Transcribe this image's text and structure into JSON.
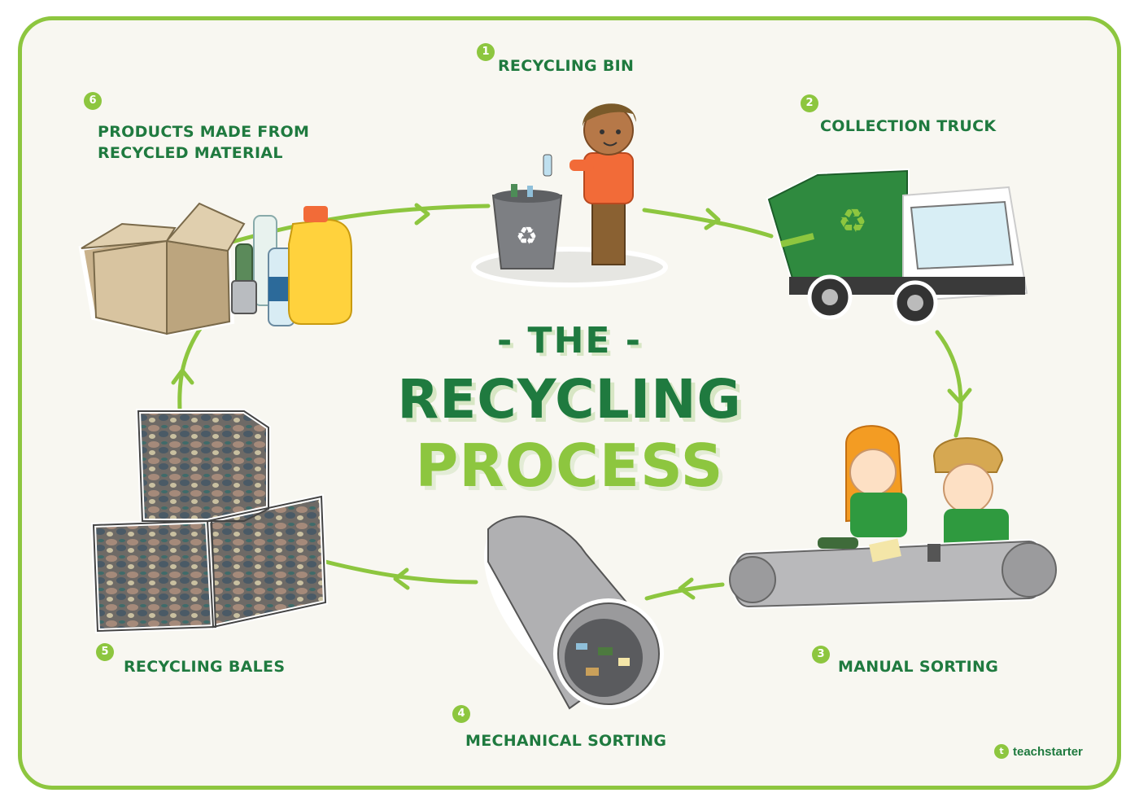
{
  "title": {
    "line1": "- THE -",
    "line2": "RECYCLING",
    "line3": "PROCESS"
  },
  "steps": [
    {
      "number": "1",
      "label": "RECYCLING BIN",
      "icon": "recycling-bin-person-icon"
    },
    {
      "number": "2",
      "label": "COLLECTION TRUCK",
      "icon": "garbage-truck-icon"
    },
    {
      "number": "3",
      "label": "MANUAL SORTING",
      "icon": "conveyor-belt-workers-icon"
    },
    {
      "number": "4",
      "label": "MECHANICAL SORTING",
      "icon": "rotating-drum-icon"
    },
    {
      "number": "5",
      "label": "RECYCLING BALES",
      "icon": "compressed-bales-icon"
    },
    {
      "number": "6",
      "label": "PRODUCTS MADE FROM\nRECYCLED MATERIAL",
      "label_line1": "PRODUCTS MADE FROM",
      "label_line2": "RECYCLED MATERIAL",
      "icon": "box-and-bottles-icon"
    }
  ],
  "brand": {
    "name": "teachstarter",
    "icon": "teachstarter-logo-icon"
  },
  "colors": {
    "frame": "#8dc63f",
    "dark_green": "#1f7a3f",
    "light_green": "#8dc63f",
    "background": "#f8f7f1"
  }
}
